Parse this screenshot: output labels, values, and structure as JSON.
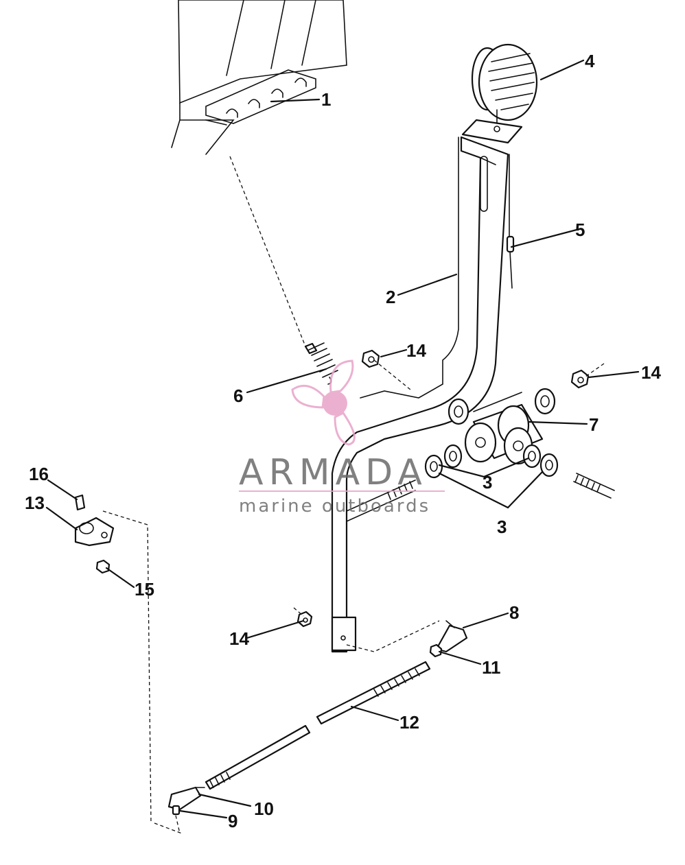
{
  "callouts": {
    "c1": "1",
    "c2": "2",
    "c3a": "3",
    "c3b": "3",
    "c4": "4",
    "c5": "5",
    "c6": "6",
    "c7": "7",
    "c8": "8",
    "c9": "9",
    "c10": "10",
    "c11": "11",
    "c12": "12",
    "c13": "13",
    "c14a": "14",
    "c14b": "14",
    "c14c": "14",
    "c15": "15",
    "c16": "16"
  },
  "watermark": {
    "brand": "ARMADA",
    "tagline": "marine outboards",
    "logo_color": "#e8a3c8",
    "text_color": "#6b6b6b"
  }
}
